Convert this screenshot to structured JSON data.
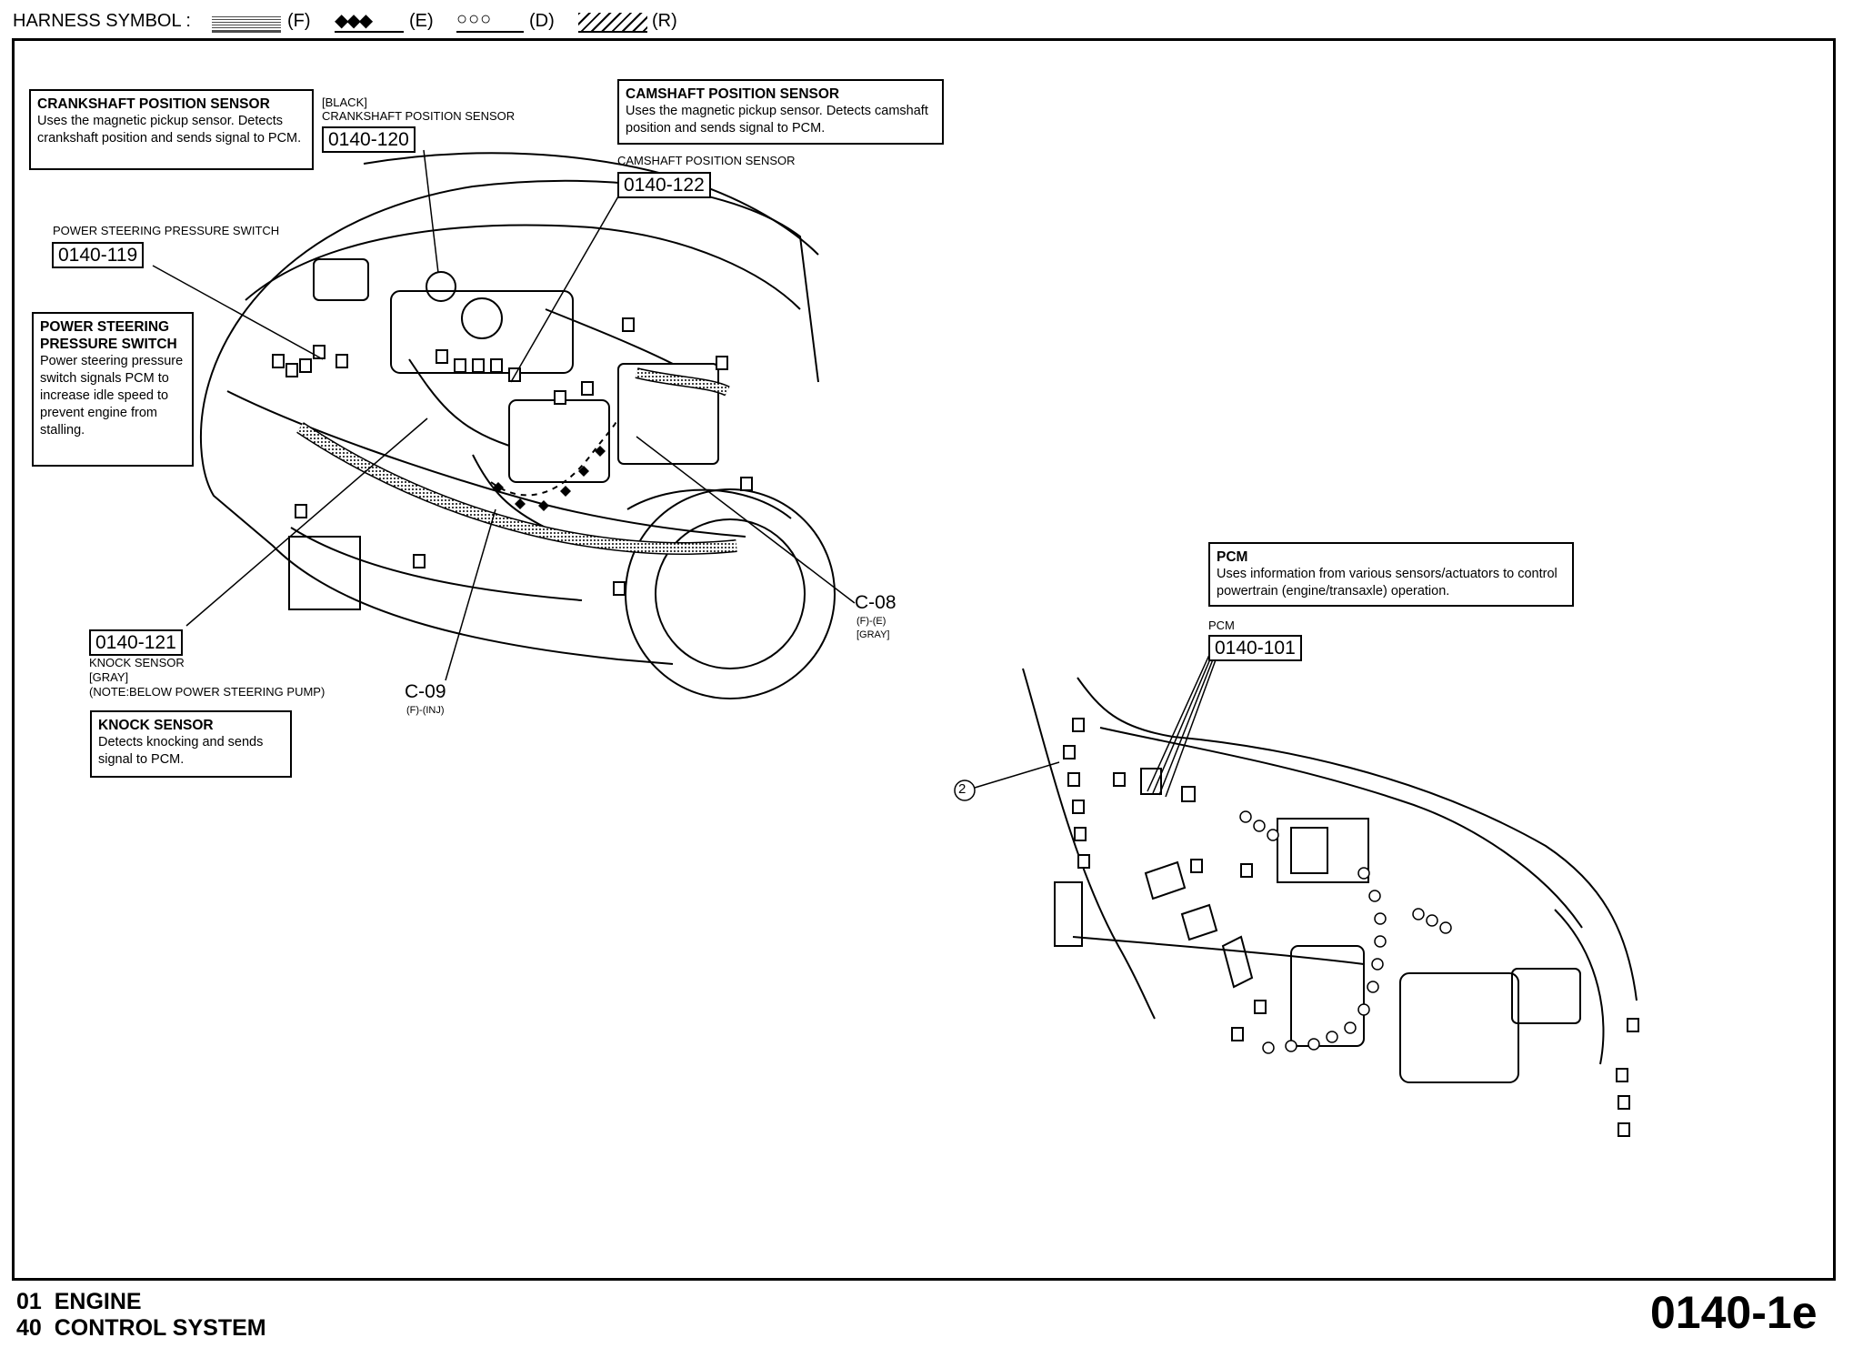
{
  "harness": {
    "label": "HARNESS SYMBOL :",
    "f": "(F)",
    "e": "(E)",
    "d": "(D)",
    "r": "(R)"
  },
  "descriptions": {
    "crankshaft": {
      "title": "CRANKSHAFT POSITION SENSOR",
      "text": "Uses the magnetic pickup sensor. Detects crankshaft position and sends signal to PCM."
    },
    "camshaft": {
      "title": "CAMSHAFT POSITION SENSOR",
      "text": "Uses the magnetic pickup sensor. Detects camshaft position and sends signal to PCM."
    },
    "ps_switch": {
      "title": "POWER STEERING PRESSURE SWITCH",
      "text": "Power steering pressure switch signals PCM to increase idle speed to prevent engine from stalling."
    },
    "knock": {
      "title": "KNOCK SENSOR",
      "text": "Detects knocking and sends signal to PCM."
    },
    "pcm": {
      "title": "PCM",
      "text": "Uses information from various sensors/actuators to control powertrain (engine/transaxle) operation."
    }
  },
  "components": {
    "crankshaft": {
      "note": "[BLACK]",
      "label": "CRANKSHAFT POSITION SENSOR",
      "code": "0140-120"
    },
    "camshaft": {
      "label": "CAMSHAFT POSITION SENSOR",
      "code": "0140-122"
    },
    "ps_switch": {
      "label": "POWER STEERING PRESSURE SWITCH",
      "code": "0140-119"
    },
    "knock": {
      "code": "0140-121",
      "label": "KNOCK SENSOR",
      "color": "[GRAY]",
      "note": "(NOTE:BELOW POWER STEERING PUMP)"
    },
    "pcm": {
      "label": "PCM",
      "code": "0140-101"
    }
  },
  "connectors": {
    "c08": {
      "id": "C-08",
      "type": "(F)-(E)",
      "color": "[GRAY]"
    },
    "c09": {
      "id": "C-09",
      "type": "(F)-(INJ)"
    }
  },
  "callout": "2",
  "footer": {
    "line1_num": "01",
    "line1_text": "ENGINE",
    "line2_num": "40",
    "line2_text": "CONTROL SYSTEM",
    "page_code": "0140-1e"
  }
}
